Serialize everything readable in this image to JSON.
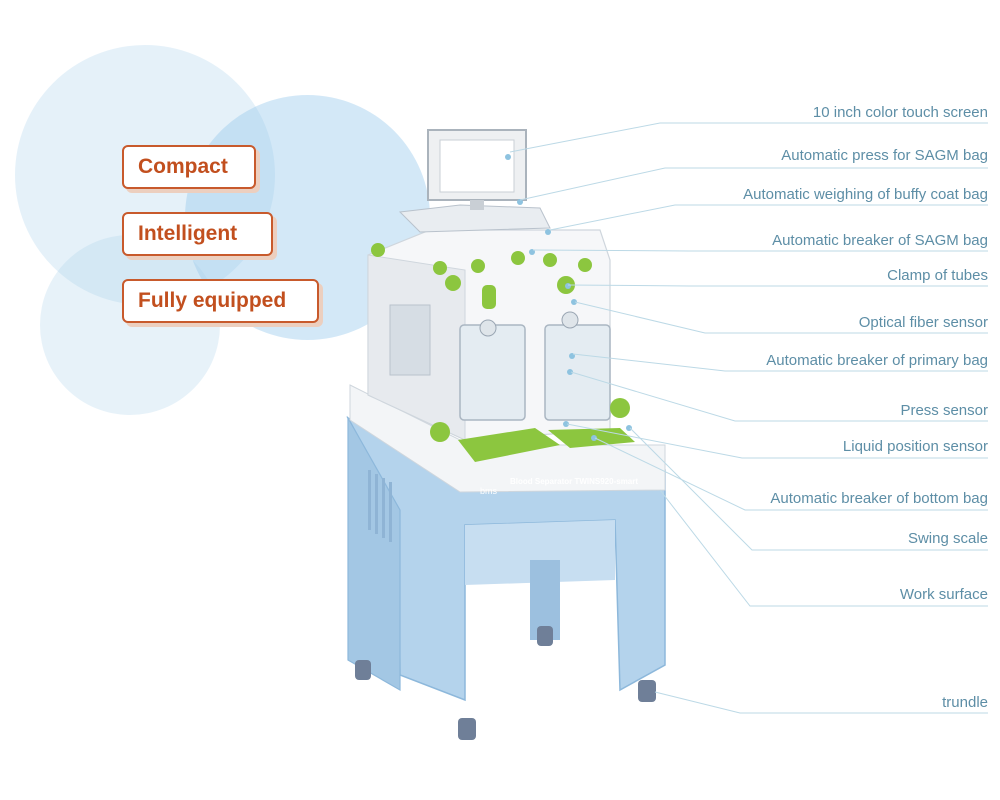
{
  "badges": {
    "compact": "Compact",
    "intelligent": "Intelligent",
    "fully_equipped": "Fully equipped"
  },
  "machine": {
    "brand_text": "bms",
    "model_text": "Blood Separator TWINS920-smart"
  },
  "callouts": [
    "10 inch color touch screen",
    "Automatic press for SAGM bag",
    "Automatic weighing of buffy coat bag",
    "Automatic breaker of SAGM bag",
    "Clamp of tubes",
    "Optical fiber sensor",
    "Automatic breaker of primary bag",
    "Press sensor",
    "Liquid position sensor",
    "Automatic breaker of bottom bag",
    "Swing scale",
    "Work surface",
    "trundle"
  ],
  "colors": {
    "accent_orange": "#c85a2c",
    "label_blue": "#5d8ea6",
    "machine_green": "#8cc63f",
    "cabinet_blue": "#a9cbe6"
  }
}
